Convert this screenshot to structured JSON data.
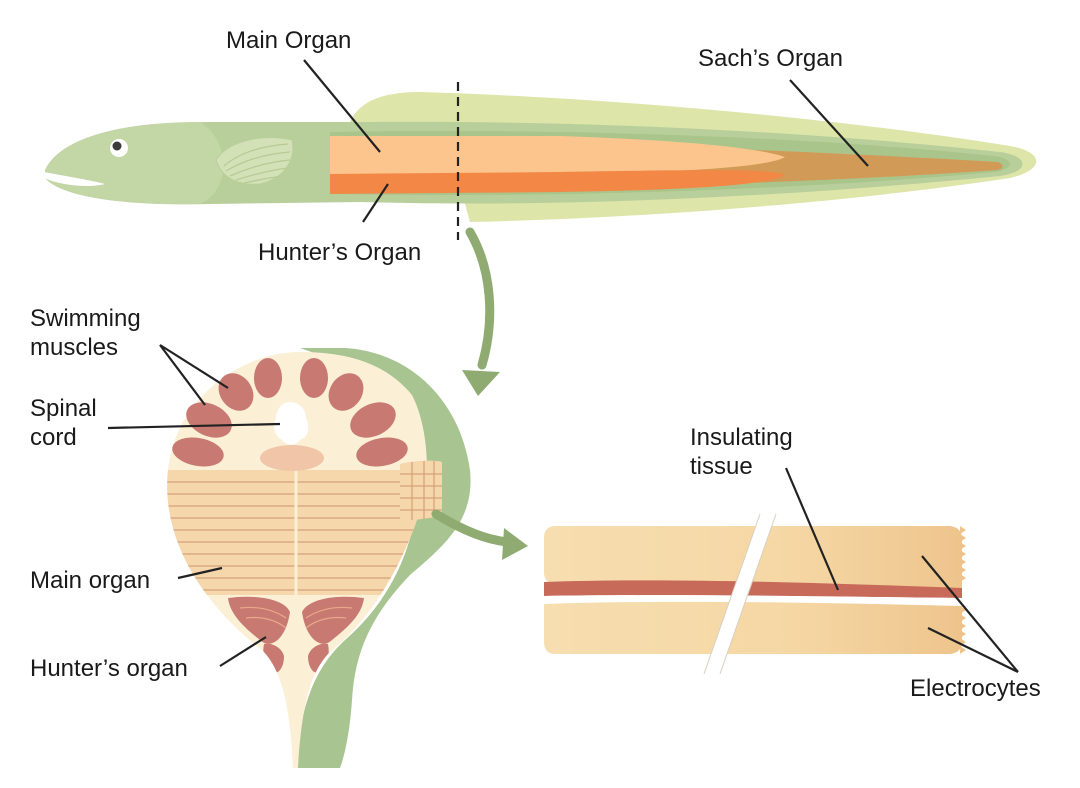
{
  "labels": {
    "main_organ_top": "Main Organ",
    "sachs_organ": "Sach’s Organ",
    "hunters_organ_top": "Hunter’s Organ",
    "swimming_muscles_1": "Swimming",
    "swimming_muscles_2": "muscles",
    "spinal_cord_1": "Spinal",
    "spinal_cord_2": "cord",
    "main_organ_cross": "Main organ",
    "hunters_organ_cross": "Hunter’s organ",
    "insulating_tissue_1": "Insulating",
    "insulating_tissue_2": "tissue",
    "electrocytes": "Electrocytes"
  },
  "colors": {
    "eel_body": "#b9cf9b",
    "eel_dark": "#93b27a",
    "fin": "#dde5a9",
    "main_organ": "#fcc58e",
    "hunters_organ": "#f28746",
    "sachs_organ": "#d29a57",
    "muscle": "#c87a72",
    "cream": "#fbefd6",
    "tissue": "#c86a5a",
    "electrocyte": "#f6dcae",
    "arrow": "#8fab72"
  }
}
